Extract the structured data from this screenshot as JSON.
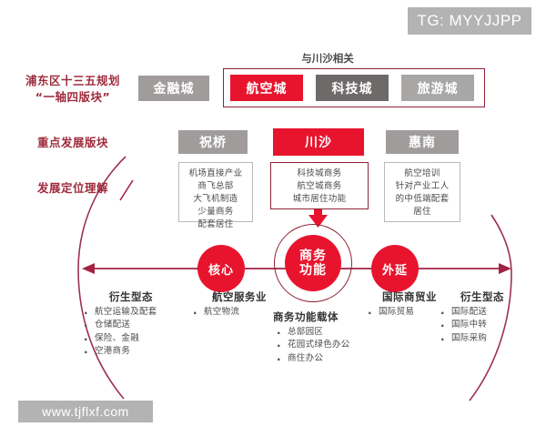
{
  "watermarks": {
    "top_right": "TG: MYYJJPP",
    "bottom_left": "www.tjflxf.com"
  },
  "row_labels": {
    "plan": "浦东区十三五规划\n“一轴四版块”",
    "plan_line1": "浦东区十三五规划",
    "plan_line2": "“一轴四版块”",
    "key_sectors": "重点发展版块",
    "positioning": "发展定位理解"
  },
  "top_note": "与川沙相关",
  "city_row": {
    "outside_chip": "金融城",
    "framed": [
      {
        "label": "航空城",
        "style": "red"
      },
      {
        "label": "科技城",
        "style": "gray-dark"
      },
      {
        "label": "旅游城",
        "style": "gray-light"
      }
    ]
  },
  "sector_row": [
    {
      "label": "祝桥",
      "style": "gray-mid"
    },
    {
      "label": "川沙",
      "style": "red"
    },
    {
      "label": "惠南",
      "style": "gray-mid"
    }
  ],
  "detail_boxes": {
    "zhuqiao": {
      "lines": "机场直接产业\n商飞总部\n大飞机制造\n少量商务\n配套居住"
    },
    "chuansha": {
      "lines": "科技城商务\n航空城商务\n城市居住功能"
    },
    "huinan": {
      "lines": "航空培训\n针对产业工人\n的中低端配套\n居住"
    }
  },
  "circles": {
    "core": "核心",
    "center_line1": "商务",
    "center_line2": "功能",
    "outer": "外延"
  },
  "bottom_groups": {
    "left_derived": {
      "title": "衍生型态",
      "items": [
        "航空运输及配套",
        "仓储配送",
        "保险、金融",
        "空港商务"
      ]
    },
    "aviation_service": {
      "title": "航空服务业",
      "items": [
        "航空物流"
      ]
    },
    "business_carrier": {
      "title": "商务功能载体",
      "items": [
        "总部园区",
        "花园式绿色办公",
        "商住办公"
      ]
    },
    "intl_trade": {
      "title": "国际商贸业",
      "items": [
        "国际贸易"
      ]
    },
    "right_derived": {
      "title": "衍生型态",
      "items": [
        "国际配送",
        "国际中转",
        "国际采购"
      ]
    }
  },
  "colors": {
    "red": "#e8142e",
    "maroon": "#8e2437",
    "gray_dark": "#6e6a6a",
    "gray_mid": "#a09c9c",
    "gray_light": "#a9a6a6",
    "watermark_gray": "#b3b3b3"
  }
}
